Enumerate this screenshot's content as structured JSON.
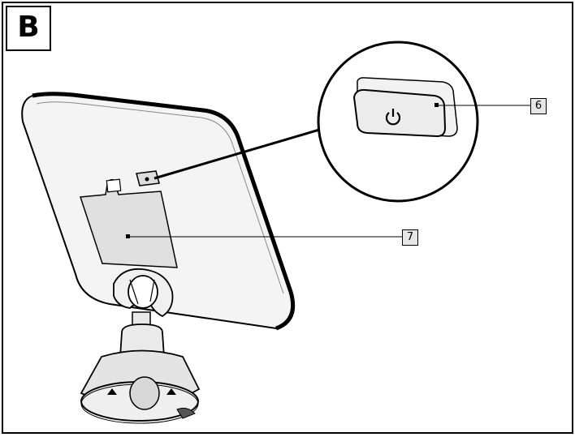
{
  "figure": {
    "letter": "B"
  },
  "callouts": [
    {
      "number": "6"
    },
    {
      "number": "7"
    }
  ],
  "icons": {
    "power": "power-icon"
  }
}
